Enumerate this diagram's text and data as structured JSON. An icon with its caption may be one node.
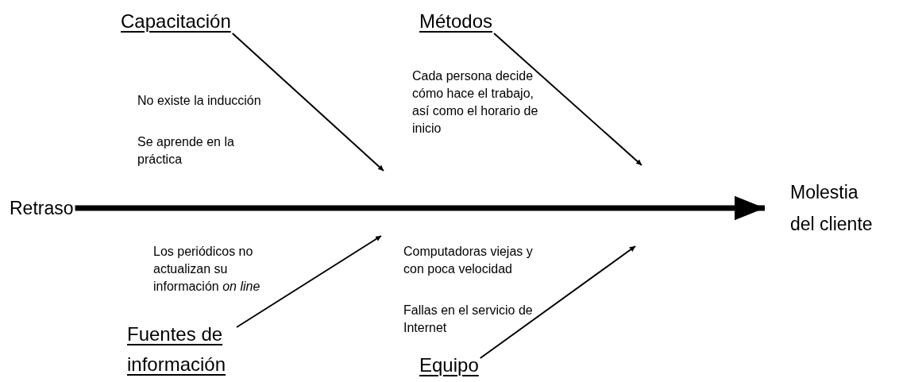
{
  "diagram": {
    "nodes": [
      {
        "text": [
          "Retraso"
        ]
      },
      {
        "text": [
          "Molestia del cliente"
        ]
      },
      {
        "text": [
          "Capacitación"
        ]
      },
      {
        "text": [
          "Métodos"
        ]
      },
      {
        "text": [
          "Fuentes de información"
        ]
      },
      {
        "text": [
          "Equipo"
        ]
      }
    ],
    "edges": [
      {
        "from": 0,
        "to": 1,
        "arrow": "to",
        "style": "thick"
      },
      {
        "from": 2,
        "to": null,
        "arrow": "to"
      },
      {
        "from": 3,
        "to": null,
        "arrow": "to"
      },
      {
        "from": 4,
        "to": null,
        "arrow": "to"
      },
      {
        "from": 5,
        "to": null,
        "arrow": "to"
      }
    ],
    "labels": [
      "No existe la inducción",
      "Se aprende en la práctica",
      "Cada persona decide cómo hace el trabajo, así como el horario de inicio",
      "Los periódicos no actualizan su información *on line*",
      "Computadoras viejas y con poca velocidad",
      "Fallas en el servicio de Internet"
    ]
  }
}
